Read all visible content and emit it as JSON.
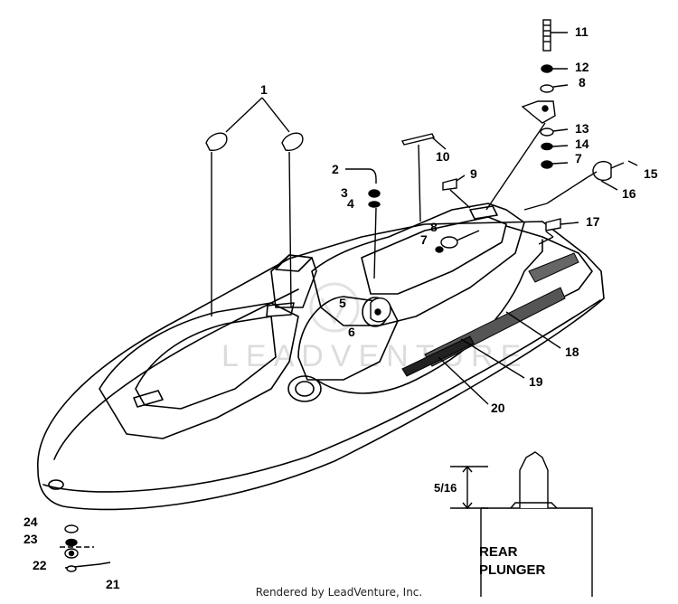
{
  "watermark": "LEADVENTURE",
  "callouts": [
    "1",
    "2",
    "3",
    "4",
    "5",
    "6",
    "7",
    "7",
    "8",
    "8",
    "9",
    "10",
    "11",
    "12",
    "13",
    "14",
    "15",
    "16",
    "17",
    "18",
    "19",
    "20",
    "21",
    "22",
    "23",
    "24"
  ],
  "rear_plunger": {
    "dimension": "5/16",
    "title_line1": "REAR",
    "title_line2": "PLUNGER"
  },
  "footer": "Rendered by LeadVenture, Inc."
}
